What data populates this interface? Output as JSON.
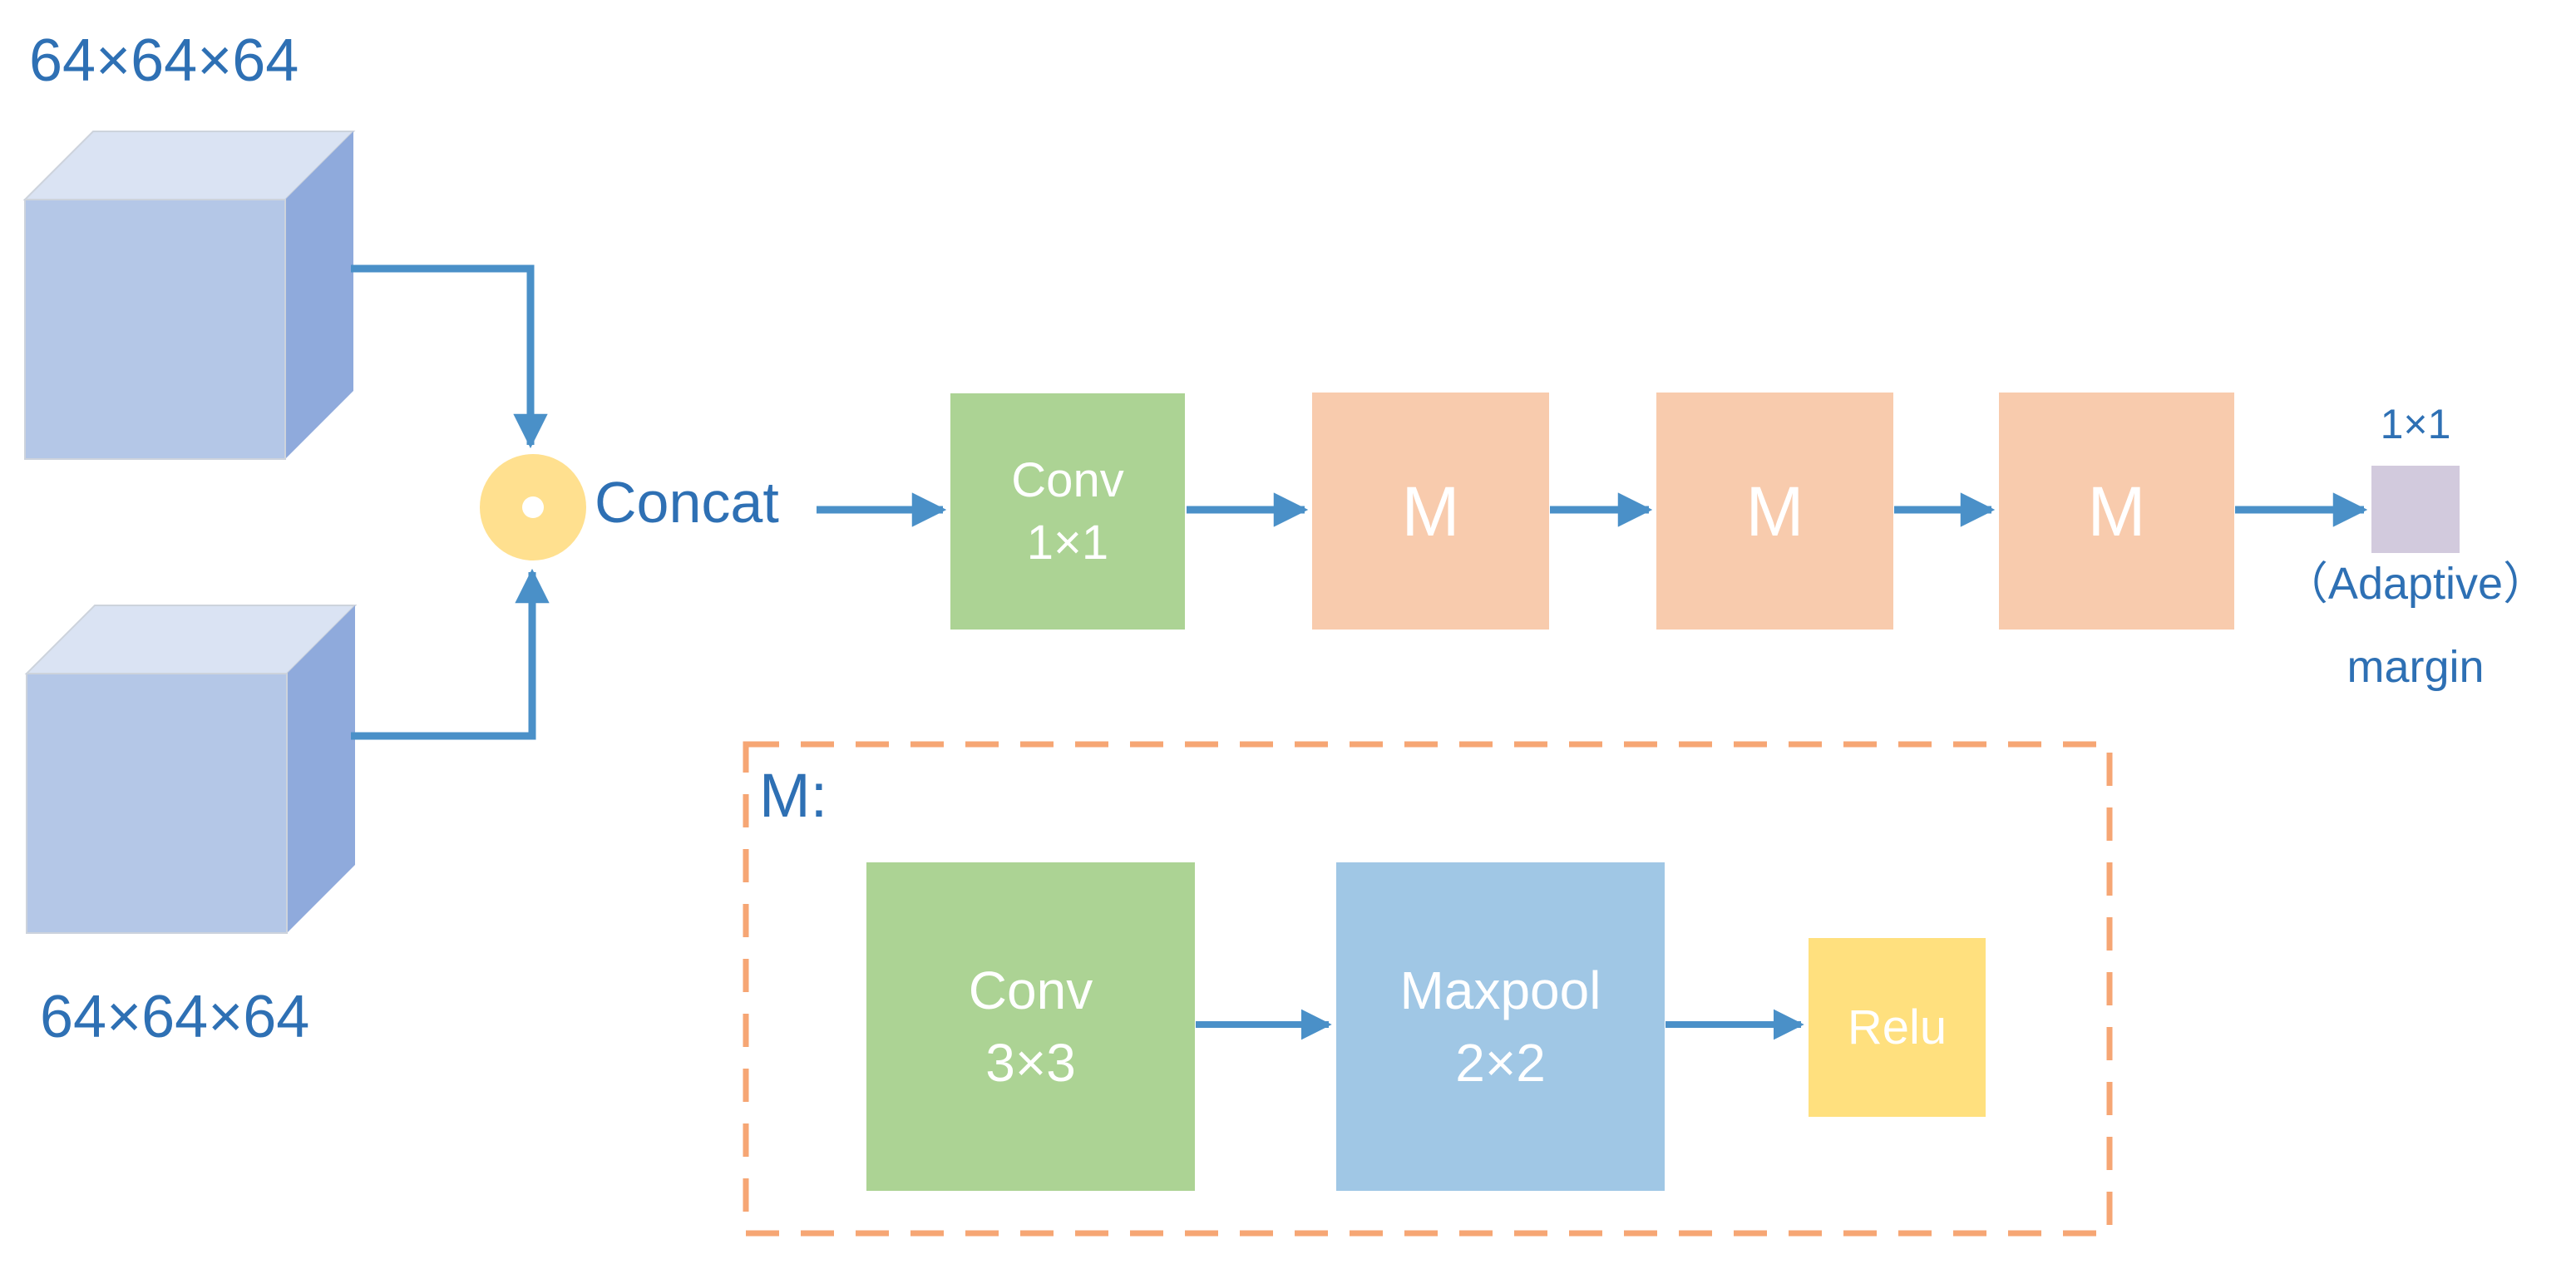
{
  "colors": {
    "text-blue": "#2E70B4",
    "arrow-blue": "#4A90C8",
    "cube-front": "#B4C7E7",
    "cube-top": "#DAE3F3",
    "cube-side": "#8FAADC",
    "cube-edge": "#CDD3DC",
    "concat-circle": "#FFE08F",
    "green-box": "#ACD394",
    "orange-box": "#F8CBAD",
    "blue-box": "#A0C7E5",
    "yellow-box": "#FFE07E",
    "purple-box": "#D2CADD",
    "dashed-border": "#F6A674",
    "box-text": "#FFFFFF"
  },
  "inputs": {
    "top_cube_label": "64×64×64",
    "bottom_cube_label": "64×64×64"
  },
  "concat_label": "Concat",
  "main_flow": {
    "conv": "Conv\n1×1",
    "m1": "M",
    "m2": "M",
    "m3": "M",
    "output_size": "1×1",
    "output_caption_1": "（Adaptive）",
    "output_caption_2": "margin"
  },
  "module": {
    "title": "M:",
    "conv": "Conv\n3×3",
    "maxpool": "Maxpool\n2×2",
    "relu": "Relu"
  }
}
